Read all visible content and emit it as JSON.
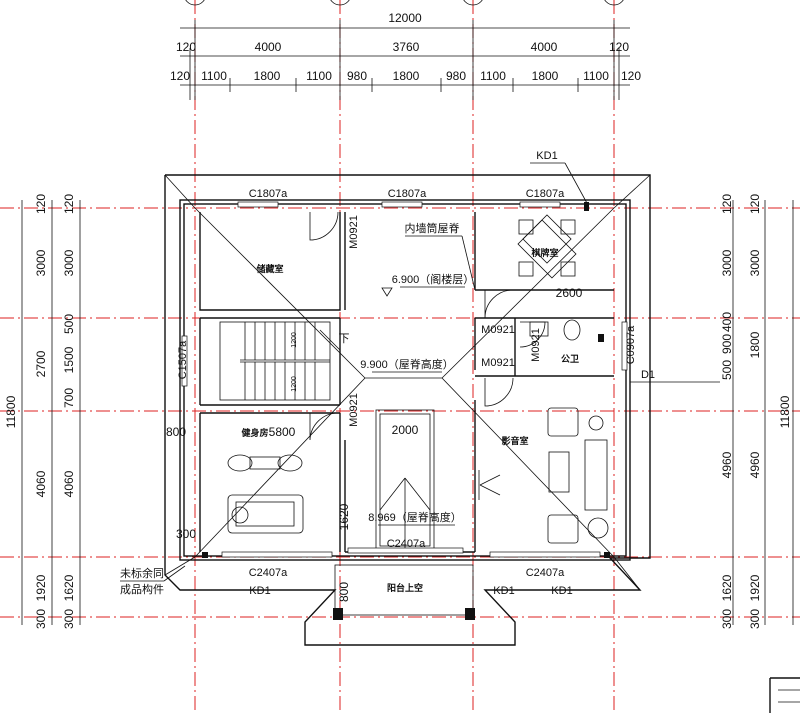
{
  "dimensions": {
    "top_total": "12000",
    "top_mid": [
      "120",
      "4000",
      "3760",
      "4000",
      "120"
    ],
    "top_detail": [
      "120",
      "1100",
      "1800",
      "1100",
      "980",
      "1800",
      "980",
      "1100",
      "1800",
      "1100",
      "120"
    ],
    "left_outer": [
      "120",
      "3000",
      "2700",
      "11800",
      "4060",
      "1920",
      "300"
    ],
    "left_inner": [
      "120",
      "3000",
      "500",
      "1500",
      "700",
      "4060",
      "1620",
      "300"
    ],
    "right_inner": [
      "120",
      "3000",
      "400",
      "900",
      "500",
      "1800",
      "4960",
      "1620",
      "300"
    ],
    "right_outer": [
      "120",
      "3000",
      "1800",
      "11800",
      "4960",
      "1920",
      "300"
    ]
  },
  "windows": {
    "top": [
      "C1807a",
      "C1807a",
      "C1807a"
    ],
    "bottom": [
      "C2407a",
      "C2407a",
      "C2407a"
    ],
    "left": "C1507a",
    "right": "C0907a"
  },
  "doors": [
    "M0921",
    "M0921",
    "M0921",
    "M0921",
    "M0921"
  ],
  "rooms": {
    "storage": "储藏室",
    "fitness": "健身房",
    "mahjong": "棋牌室",
    "toilet": "公卫",
    "theater": "影音室",
    "balcony": "阳台上空"
  },
  "annotations": {
    "kd1": [
      "KD1",
      "KD1",
      "KD1",
      "KD1"
    ],
    "d1": "D1",
    "ridge": "内墙筒屋脊",
    "elev_1": "6.900（阁楼层）",
    "elev_2": "9.900（屋脊高度）",
    "elev_3": "8.969（屋脊高度）",
    "down": "下",
    "note_1": "未标余同",
    "note_2": "成品构件",
    "d_2600": "2600",
    "d_2000": "2000",
    "d_800": "800",
    "d_5800": "5800",
    "d_300": "300",
    "d_1620": "1620",
    "d_800b": "800",
    "stair_1": "1200",
    "stair_2": "1200"
  }
}
